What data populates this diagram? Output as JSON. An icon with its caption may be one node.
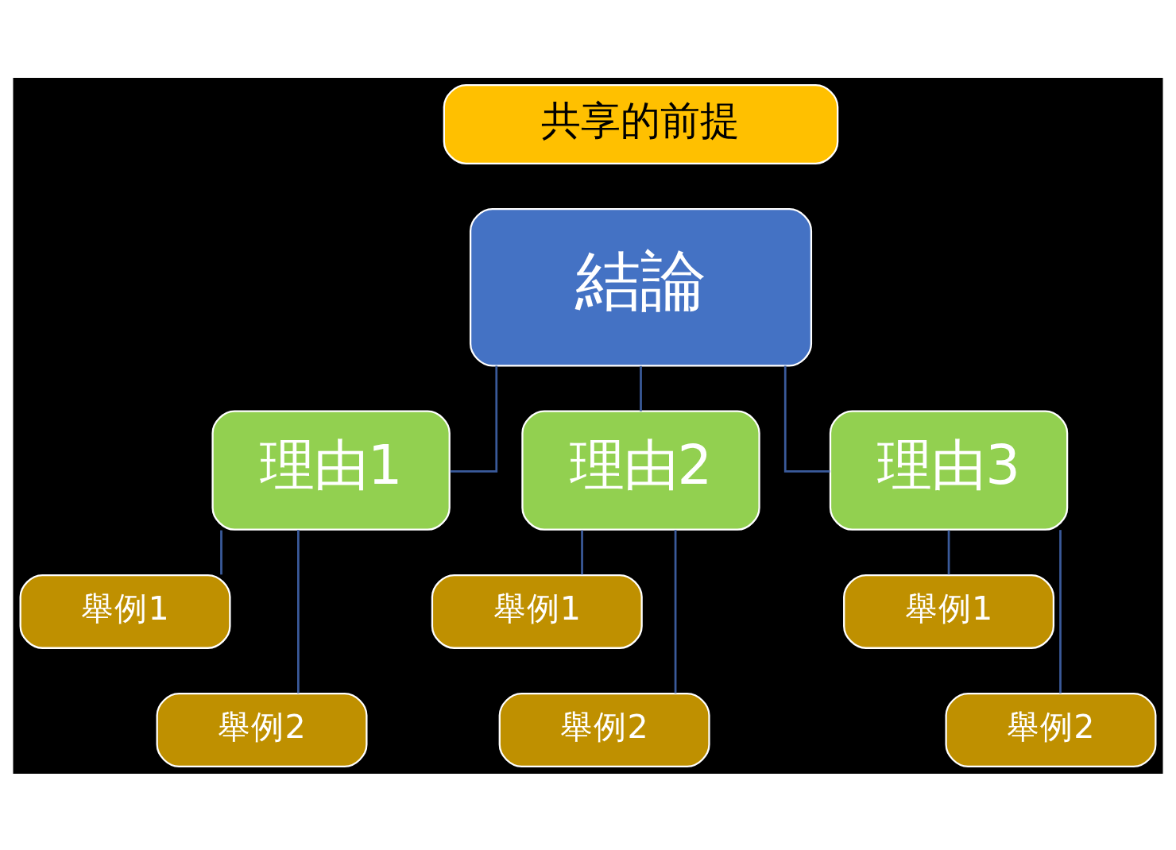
{
  "diagram": {
    "nodes": [
      {
        "text": [
          "共享的前提"
        ]
      },
      {
        "text": [
          "結論"
        ]
      },
      {
        "text": [
          "理由1"
        ]
      },
      {
        "text": [
          "理由2"
        ]
      },
      {
        "text": [
          "理由3"
        ]
      },
      {
        "text": [
          "舉例1"
        ]
      },
      {
        "text": [
          "舉例2"
        ]
      },
      {
        "text": [
          "舉例1"
        ]
      },
      {
        "text": [
          "舉例2"
        ]
      },
      {
        "text": [
          "舉例1"
        ]
      },
      {
        "text": [
          "舉例2"
        ]
      }
    ],
    "edges": [
      {
        "from": 1,
        "to": 2,
        "arrow": "none"
      },
      {
        "from": 1,
        "to": 3,
        "arrow": "none"
      },
      {
        "from": 1,
        "to": 4,
        "arrow": "none"
      },
      {
        "from": 2,
        "to": 5,
        "arrow": "none"
      },
      {
        "from": 2,
        "to": 6,
        "arrow": "none"
      },
      {
        "from": 3,
        "to": 7,
        "arrow": "none"
      },
      {
        "from": 3,
        "to": 8,
        "arrow": "none"
      },
      {
        "from": 4,
        "to": 9,
        "arrow": "none"
      },
      {
        "from": 4,
        "to": 10,
        "arrow": "none"
      }
    ]
  }
}
